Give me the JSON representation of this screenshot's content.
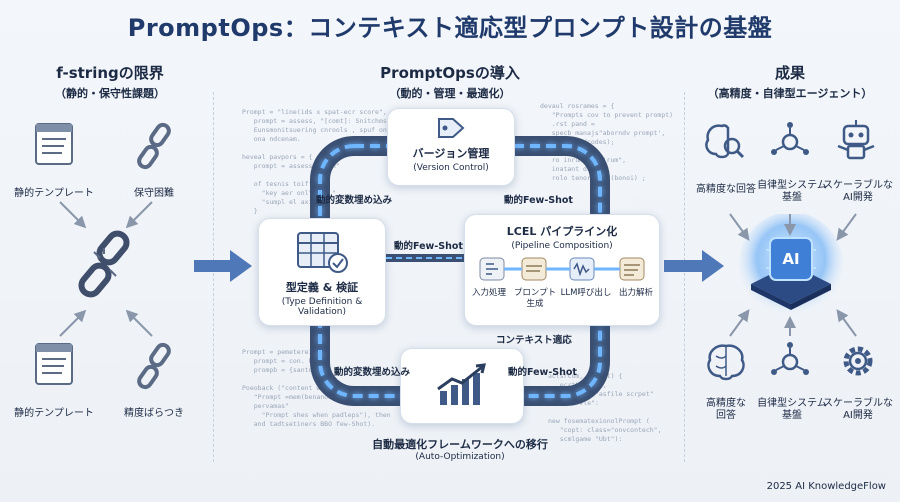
{
  "title": "PromptOps：コンテキスト適応型プロンプト設計の基盤",
  "left": {
    "heading": "f-stringの限界",
    "subheading": "（静的・保守性課題）",
    "items": [
      "静的テンプレート",
      "保守困難",
      "静的テンプレート",
      "精度ばらつき"
    ]
  },
  "center": {
    "heading": "PromptOpsの導入",
    "subheading": "（動的・管理・最適化）",
    "version": {
      "title": "バージョン管理",
      "subtitle": "(Version Control)"
    },
    "typedef": {
      "title": "型定義 & 検証",
      "subtitle": "(Type Definition & Validation)"
    },
    "lcel": {
      "title": "LCEL パイプライン化",
      "subtitle": "(Pipeline Composition)"
    },
    "auto": {
      "title": "自動最適化フレームワークへの移行",
      "subtitle": "(Auto-Optimization)"
    },
    "pipeline_steps": [
      "入力処理",
      "プロンプト\n生成",
      "LLM呼び出し",
      "出力解析"
    ],
    "flow_labels": {
      "top_left": "動的変数埋め込み",
      "top_right": "動的Few-Shot",
      "middle": "動的Few-Shot",
      "context": "コンテキスト適応",
      "bottom_left": "動的変数埋め込み",
      "bottom_right": "動的Few-Shot"
    }
  },
  "right": {
    "heading": "成果",
    "subheading": "（高精度・自律型エージェント）",
    "ai_label": "AI",
    "top_items": [
      "高精度な回答",
      "自律型システム\n基盤",
      "スケーラブルな\nAI開発"
    ],
    "bottom_items": [
      "高精度な\n回答",
      "自律型システム\n基盤",
      "スケーラブルな\nAI開発"
    ]
  },
  "footer": "2025 AI KnowledgeFlow",
  "colors": {
    "accent": "#1f3a6b",
    "glow": "#6fb6ff",
    "track": "#3a4f72"
  }
}
